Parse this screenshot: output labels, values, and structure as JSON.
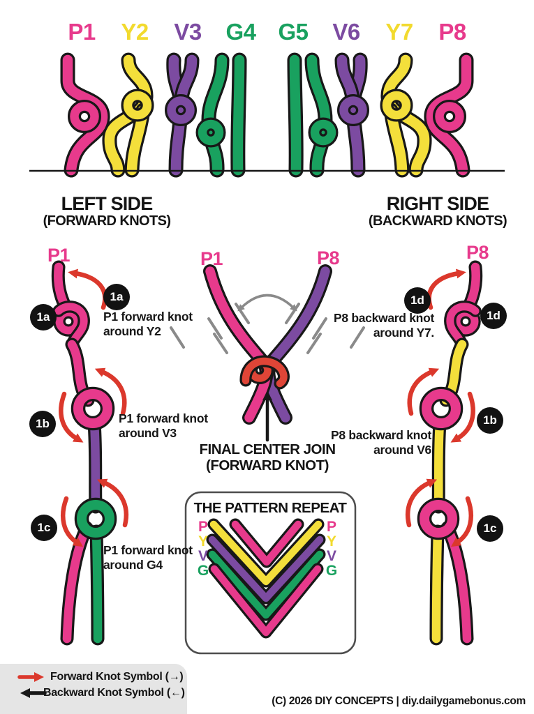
{
  "colors": {
    "pink": "#E73A8C",
    "yellow": "#F4DF3B",
    "purple": "#7C4BA1",
    "green": "#19A15F",
    "arrow_red": "#DB382C",
    "center_knot_red": "#DF4537",
    "outline_black": "#181818",
    "annotation_gray": "#8A8A8A",
    "badge_black": "#121212",
    "legend_bg": "#E5E5E5"
  },
  "strand_key_labels": [
    {
      "label": "P1",
      "color": "#E73A8C"
    },
    {
      "label": "Y2",
      "color": "#F4DF3B"
    },
    {
      "label": "V3",
      "color": "#7C4BA1"
    },
    {
      "label": "G4",
      "color": "#19A15F"
    },
    {
      "label": "G5",
      "color": "#19A15F"
    },
    {
      "label": "V6",
      "color": "#7C4BA1"
    },
    {
      "label": "Y7",
      "color": "#F4DF3B"
    },
    {
      "label": "P8",
      "color": "#E73A8C"
    }
  ],
  "left_section": {
    "title": "LEFT SIDE",
    "subtitle": "(FORWARD KNOTS)",
    "strand_label": "P1",
    "steps": [
      {
        "badge": "1a",
        "caption_line1": "P1 forward knot",
        "caption_line2": "around Y2"
      },
      {
        "badge": "1b",
        "caption_line1": "P1 forward knot",
        "caption_line2": "around V3"
      },
      {
        "badge": "1c",
        "caption_line1": "P1 forward knot",
        "caption_line2": "around G4"
      }
    ]
  },
  "center_section": {
    "left_strand_label": "P1",
    "right_strand_label": "P8",
    "caption_line1": "FINAL CENTER JOIN",
    "caption_line2": "(FORWARD KNOT)"
  },
  "right_section": {
    "title": "RIGHT SIDE",
    "subtitle": "(BACKWARD KNOTS)",
    "strand_label": "P8",
    "steps": [
      {
        "badge": "1d",
        "caption_line1": "P8 backward knot",
        "caption_line2": "around Y7."
      },
      {
        "badge": "1b",
        "caption_line1": "P8 backward knot",
        "caption_line2": "around V6"
      },
      {
        "badge": "1c"
      }
    ]
  },
  "pattern_box": {
    "title": "THE PATTERN REPEAT",
    "left_letters": [
      "P",
      "Y",
      "V",
      "G"
    ],
    "right_letters": [
      "P",
      "Y",
      "V",
      "G"
    ],
    "chevron_color_order": [
      "pink",
      "yellow",
      "purple",
      "green",
      "pink"
    ]
  },
  "legend": {
    "forward_label": "Forward Knot Symbol (→)",
    "backward_label": "Backward Knot Symbol (←)"
  },
  "footer": {
    "copyright": "(C) 2026 DIY CONCEPTS | diy.dailygamebonus.com"
  }
}
